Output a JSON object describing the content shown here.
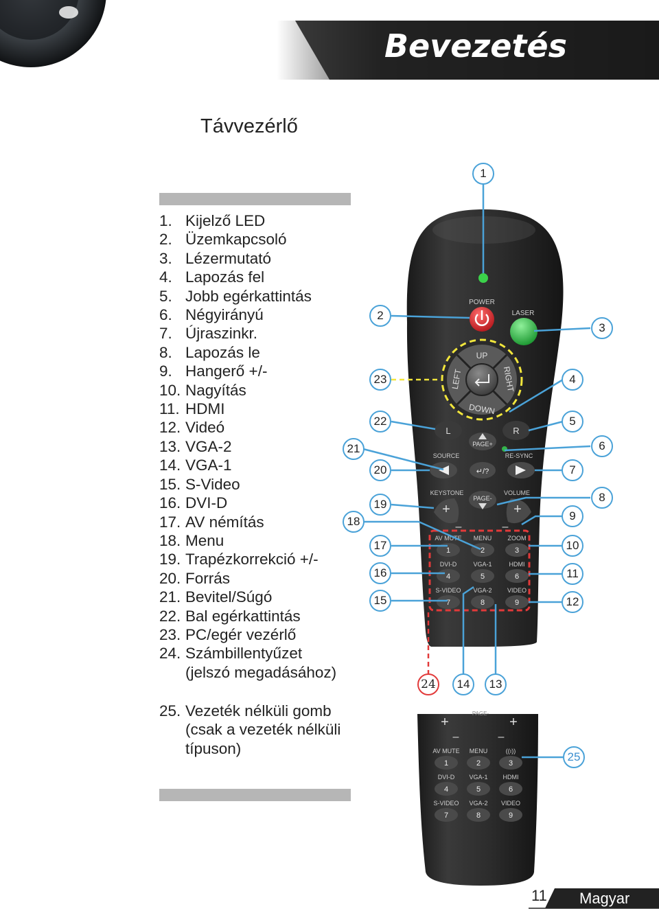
{
  "header": {
    "title": "Bevezetés"
  },
  "section_title": "Távvezérlő",
  "legend": [
    {
      "n": "1.",
      "text": "Kijelző LED"
    },
    {
      "n": "2.",
      "text": "Üzemkapcsoló"
    },
    {
      "n": "3.",
      "text": "Lézermutató"
    },
    {
      "n": "4.",
      "text": "Lapozás fel"
    },
    {
      "n": "5.",
      "text": "Jobb egérkattintás"
    },
    {
      "n": "6.",
      "text": "Négyirányú"
    },
    {
      "n": "7.",
      "text": "Újraszinkr."
    },
    {
      "n": "8.",
      "text": "Lapozás le"
    },
    {
      "n": "9.",
      "text": "Hangerő +/-"
    },
    {
      "n": "10.",
      "text": "Nagyítás"
    },
    {
      "n": "11.",
      "text": "HDMI"
    },
    {
      "n": "12.",
      "text": "Videó"
    },
    {
      "n": "13.",
      "text": "VGA-2"
    },
    {
      "n": "14.",
      "text": "VGA-1"
    },
    {
      "n": "15.",
      "text": "S-Video"
    },
    {
      "n": "16.",
      "text": "DVI-D"
    },
    {
      "n": "17.",
      "text": "AV némítás"
    },
    {
      "n": "18.",
      "text": "Menu"
    },
    {
      "n": "19.",
      "text": "Trapézkorrekció +/-"
    },
    {
      "n": "20.",
      "text": "Forrás"
    },
    {
      "n": "21.",
      "text": "Bevitel/Súgó"
    },
    {
      "n": "22.",
      "text": "Bal egérkattintás"
    },
    {
      "n": "23.",
      "text": "PC/egér vezérlő"
    },
    {
      "n": "24.",
      "text": "Számbillentyűzet",
      "cont": "(jelszó megadásához)"
    }
  ],
  "legend25": {
    "n": "25.",
    "l1": "Vezeték nélküli gomb",
    "l2": "(csak a vezeték nélküli",
    "l3": " típuson)"
  },
  "remote": {
    "power": "POWER",
    "laser": "LASER",
    "up": "UP",
    "down": "DOWN",
    "left": "LEFT",
    "right": "RIGHT",
    "l": "L",
    "r": "R",
    "page_up": "PAGE+",
    "page_down": "PAGE-",
    "source": "SOURCE",
    "resync": "RE-SYNC",
    "enter_help": "↵/?",
    "keystone": "KEYSTONE",
    "volume": "VOLUME",
    "plus": "+",
    "minus": "–",
    "keys": [
      {
        "label": "AV MUTE",
        "num": "1"
      },
      {
        "label": "MENU",
        "num": "2"
      },
      {
        "label": "ZOOM",
        "num": "3"
      },
      {
        "label": "DVI-D",
        "num": "4"
      },
      {
        "label": "VGA-1",
        "num": "5"
      },
      {
        "label": "HDMI",
        "num": "6"
      },
      {
        "label": "S-VIDEO",
        "num": "7"
      },
      {
        "label": "VGA-2",
        "num": "8"
      },
      {
        "label": "VIDEO",
        "num": "9"
      }
    ],
    "wireless_keys": [
      {
        "label": "AV MUTE",
        "num": "1"
      },
      {
        "label": "MENU",
        "num": "2"
      },
      {
        "label": "((ı))",
        "num": "3"
      },
      {
        "label": "DVI-D",
        "num": "4"
      },
      {
        "label": "VGA-1",
        "num": "5"
      },
      {
        "label": "HDMI",
        "num": "6"
      },
      {
        "label": "S-VIDEO",
        "num": "7"
      },
      {
        "label": "VGA-2",
        "num": "8"
      },
      {
        "label": "VIDEO",
        "num": "9"
      }
    ]
  },
  "callouts": {
    "c1": "1",
    "c2": "2",
    "c3": "3",
    "c4": "4",
    "c5": "5",
    "c6": "6",
    "c7": "7",
    "c8": "8",
    "c9": "9",
    "c10": "10",
    "c11": "11",
    "c12": "12",
    "c13": "13",
    "c14": "14",
    "c15": "15",
    "c16": "16",
    "c17": "17",
    "c18": "18",
    "c19": "19",
    "c20": "20",
    "c21": "21",
    "c22": "22",
    "c23": "23",
    "c24": "24",
    "c25": "25"
  },
  "footer": {
    "page": "11",
    "language": "Magyar"
  },
  "colors": {
    "header_band": "#1c1c1c",
    "remote_body": "#2a2a2a",
    "callout_blue": "#4aa2d8",
    "callout_red": "#e23a3a",
    "power_red": "#d8282d",
    "laser_green": "#34b44a",
    "dpad_yellow": "#f2e63c"
  }
}
